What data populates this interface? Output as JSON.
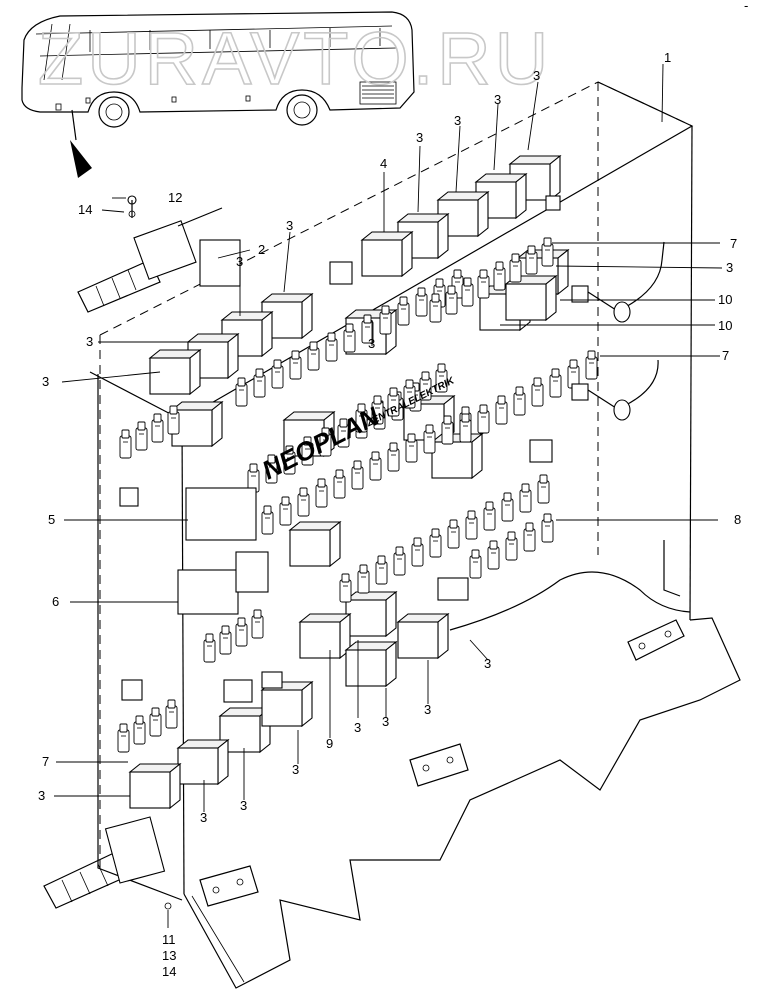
{
  "watermark": "ZURAVTO.RU",
  "brand": {
    "logo": "NEOPLAN",
    "subtitle": "ZENTRALELEKTRIK"
  },
  "corner_mark": "-",
  "callouts": [
    {
      "id": "c-1",
      "text": "1"
    },
    {
      "id": "c-2",
      "text": "2"
    },
    {
      "id": "c-3a",
      "text": "3"
    },
    {
      "id": "c-3b",
      "text": "3"
    },
    {
      "id": "c-3c",
      "text": "3"
    },
    {
      "id": "c-3d",
      "text": "3"
    },
    {
      "id": "c-3e",
      "text": "3"
    },
    {
      "id": "c-3f",
      "text": "3"
    },
    {
      "id": "c-3g",
      "text": "3"
    },
    {
      "id": "c-3h",
      "text": "3"
    },
    {
      "id": "c-3i",
      "text": "3"
    },
    {
      "id": "c-3j",
      "text": "3"
    },
    {
      "id": "c-3k",
      "text": "3"
    },
    {
      "id": "c-3l",
      "text": "3"
    },
    {
      "id": "c-3m",
      "text": "3"
    },
    {
      "id": "c-3n",
      "text": "3"
    },
    {
      "id": "c-3o",
      "text": "3"
    },
    {
      "id": "c-3p",
      "text": "3"
    },
    {
      "id": "c-3q",
      "text": "3"
    },
    {
      "id": "c-4",
      "text": "4"
    },
    {
      "id": "c-5",
      "text": "5"
    },
    {
      "id": "c-6",
      "text": "6"
    },
    {
      "id": "c-7a",
      "text": "7"
    },
    {
      "id": "c-7b",
      "text": "7"
    },
    {
      "id": "c-7c",
      "text": "7"
    },
    {
      "id": "c-8",
      "text": "8"
    },
    {
      "id": "c-9",
      "text": "9"
    },
    {
      "id": "c-10a",
      "text": "10"
    },
    {
      "id": "c-10b",
      "text": "10"
    },
    {
      "id": "c-11",
      "text": "11"
    },
    {
      "id": "c-12",
      "text": "12"
    },
    {
      "id": "c-13",
      "text": "13"
    },
    {
      "id": "c-14a",
      "text": "14"
    },
    {
      "id": "c-14b",
      "text": "14"
    }
  ]
}
